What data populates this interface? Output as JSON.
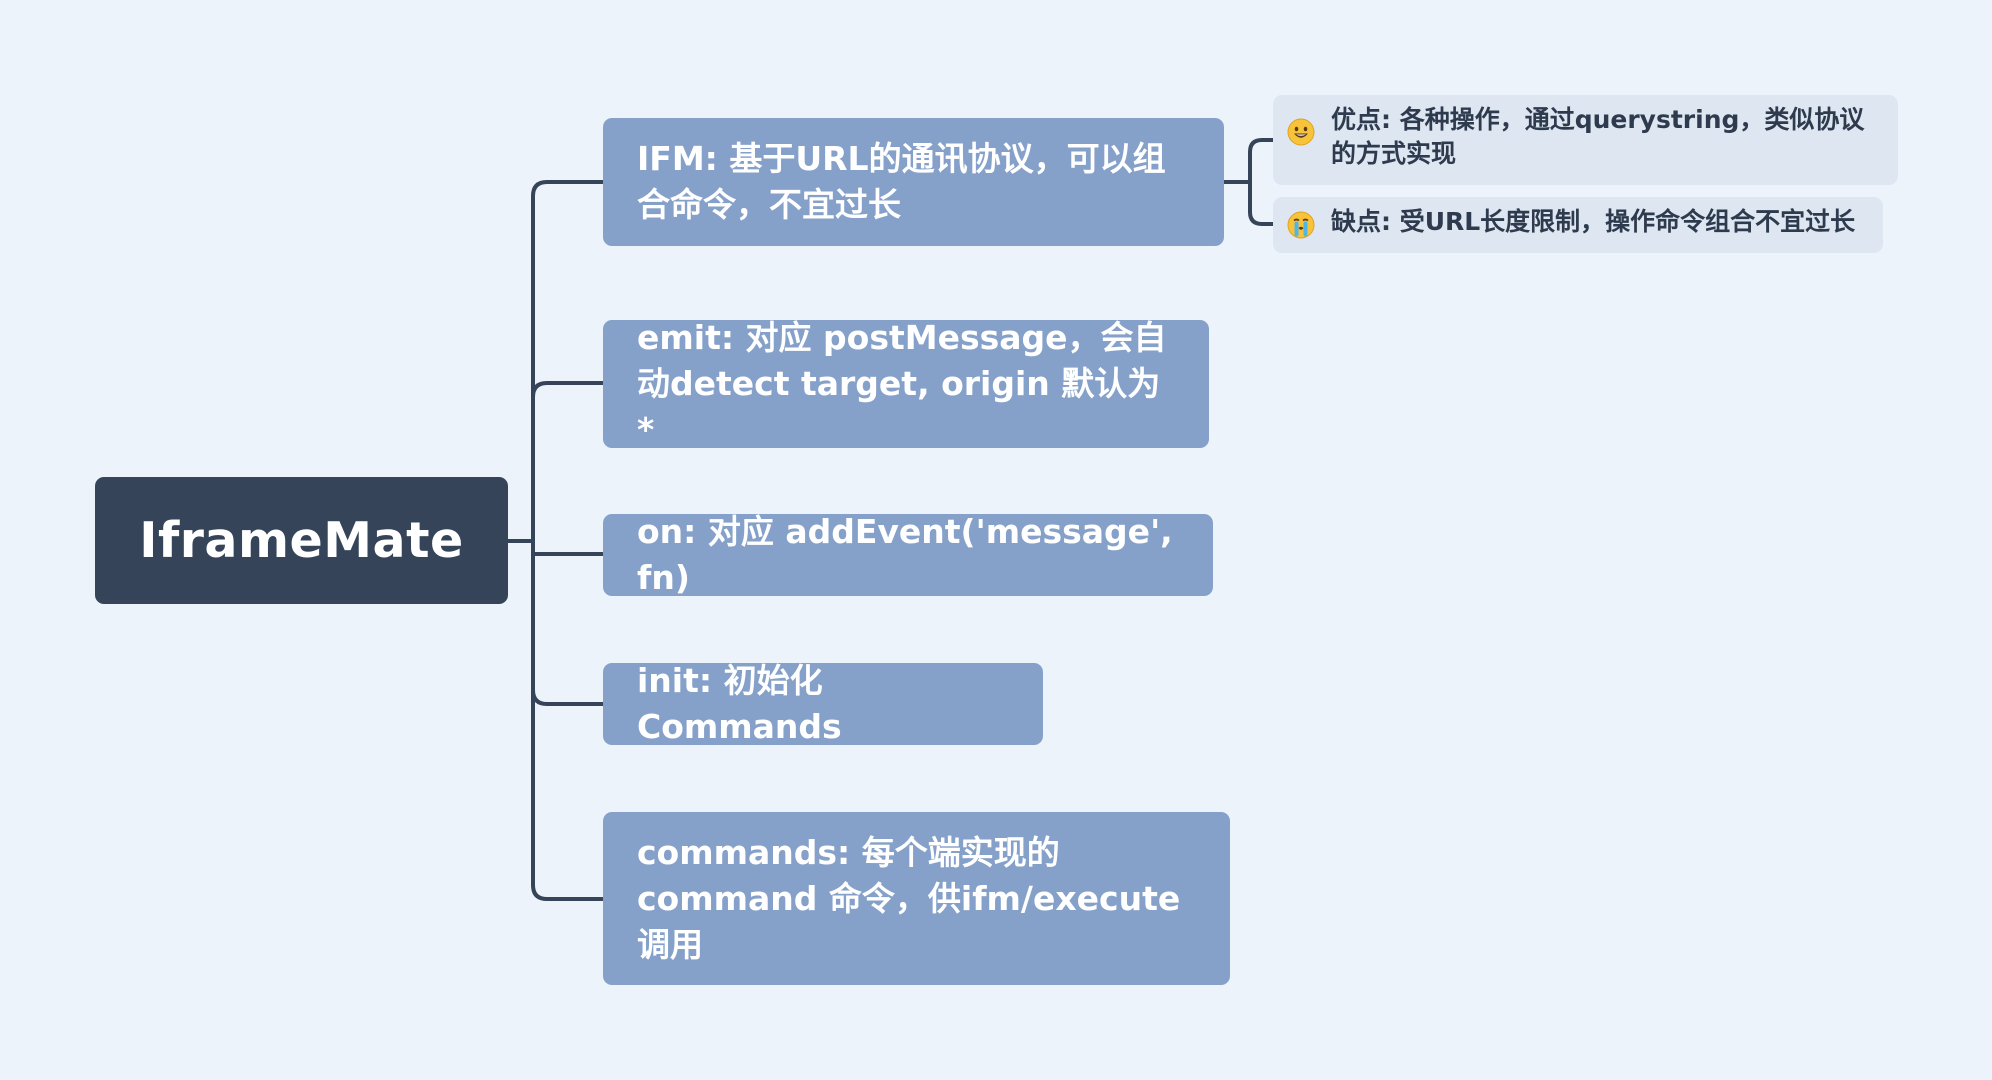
{
  "root": {
    "label": "IframeMate"
  },
  "branches": [
    {
      "label": "IFM: 基于URL的通讯协议，可以组合命令，不宜过长"
    },
    {
      "label": "emit: 对应 postMessage，会自动detect target, origin 默认为 *"
    },
    {
      "label": "on: 对应 addEvent('message', fn)"
    },
    {
      "label": "init: 初始化 Commands"
    },
    {
      "label": "commands: 每个端实现的 command 命令，供ifm/execute 调用"
    }
  ],
  "sub_topics": [
    {
      "label": "优点: 各种操作，通过querystring，类似协议的方式实现",
      "icon": "grinning-face-icon"
    },
    {
      "label": "缺点: 受URL长度限制，操作命令组合不宜过长",
      "icon": "crying-face-icon"
    }
  ],
  "colors": {
    "background": "#ECF3FB",
    "root_fill": "#36445A",
    "branch_fill": "#86A1C9",
    "sub_fill": "#DEE7F1",
    "connector": "#36445A",
    "text_light": "#FFFFFF",
    "text_dark": "#2E3B4E"
  }
}
